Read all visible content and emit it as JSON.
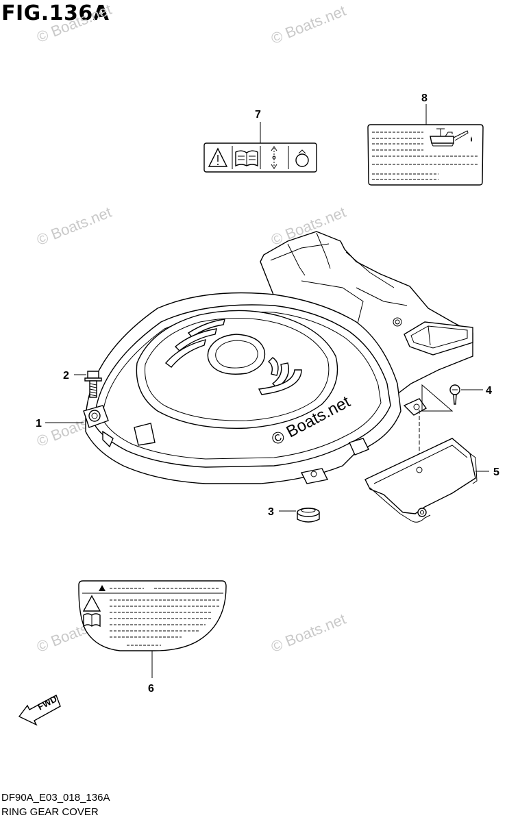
{
  "figure": {
    "title": "FIG.136A",
    "code": "DF90A_E03_018_136A",
    "name": "RING GEAR COVER"
  },
  "callouts": [
    {
      "id": "1",
      "label": "1"
    },
    {
      "id": "2",
      "label": "2"
    },
    {
      "id": "3",
      "label": "3"
    },
    {
      "id": "4",
      "label": "4"
    },
    {
      "id": "5",
      "label": "5"
    },
    {
      "id": "6",
      "label": "6"
    },
    {
      "id": "7",
      "label": "7"
    },
    {
      "id": "8",
      "label": "8"
    }
  ],
  "watermark": {
    "text": "© Boats.net",
    "color": "#c9c9c9"
  },
  "fwd_arrow": {
    "label": "FWD"
  },
  "icons": [
    "warning-triangle-icon",
    "manual-book-icon",
    "tilt-arrow-icon",
    "rotation-icon",
    "oil-can-icon"
  ]
}
